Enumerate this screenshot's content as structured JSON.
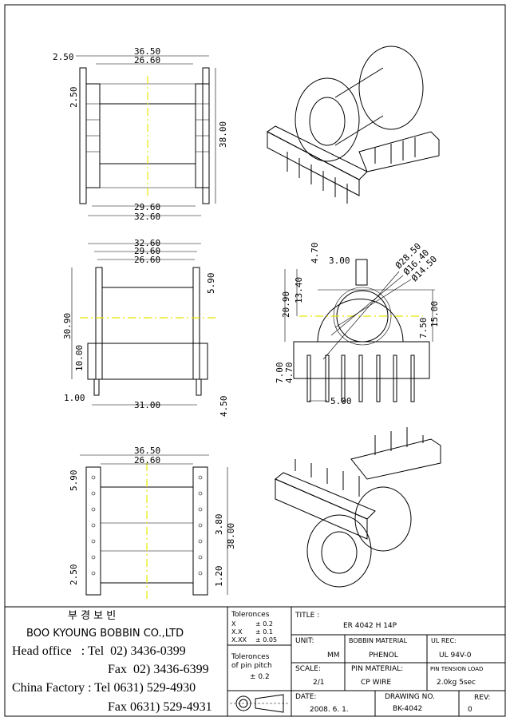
{
  "company": {
    "korean_name": "부 경 보 빈",
    "name": "BOO KYOUNG BOBBIN CO.,LTD",
    "contacts": [
      "Head office   : Tel  02) 3436-0399",
      "Fax  02) 3436-6399",
      "China Factory : Tel 0631) 529-4930",
      "Fax 0631) 529-4931"
    ]
  },
  "tolerances": {
    "title": "Toleronces",
    "rows": [
      [
        "X",
        "± 0.2"
      ],
      [
        "X.X",
        "± 0.1"
      ],
      [
        "X.XX",
        "± 0.05"
      ]
    ],
    "pin_pitch_title": [
      "Toleronces",
      "of pin pitch"
    ],
    "pin_pitch_value": "± 0.2"
  },
  "title_block": {
    "title_label": "TITLE :",
    "title": "ER 4042 H 14P",
    "unit_label": "UNIT:",
    "unit": "MM",
    "bobbin_material_label": "BOBBIN MATERIAL",
    "bobbin_material": "PHENOL",
    "ul_label": "UL REC:",
    "ul": "UL 94V-0",
    "scale_label": "SCALE:",
    "scale": "2/1",
    "pin_material_label": "PIN MATERIAL:",
    "pin_material": "CP WIRE",
    "pin_tension_label": "PIN TENSION LOAD",
    "pin_tension": "2.0kg 5sec",
    "date_label": "DATE:",
    "date": "2008. 6. 1.",
    "drawing_no_label": "DRAWING NO.",
    "drawing_no": "BK-4042",
    "rev_label": "REV:",
    "rev": "0"
  },
  "dimensions": {
    "top_view": [
      "36.50",
      "26.60",
      "2.50",
      "2.50",
      "38.00",
      "29.60",
      "32.60"
    ],
    "front_view": [
      "32.60",
      "29.60",
      "26.60",
      "5.90",
      "30.90",
      "10.00",
      "1.00",
      "31.00",
      "4.50"
    ],
    "side_view": [
      "3.00",
      "4.70",
      "Ø28.50",
      "Ø16.40",
      "Ø14.50",
      "20.90",
      "13.40",
      "15.00",
      "7.50",
      "7.00",
      "4.70",
      "5.00"
    ],
    "bottom_view": [
      "36.50",
      "26.60",
      "5.90",
      "3.80",
      "38.00",
      "2.50",
      "1.20"
    ]
  }
}
